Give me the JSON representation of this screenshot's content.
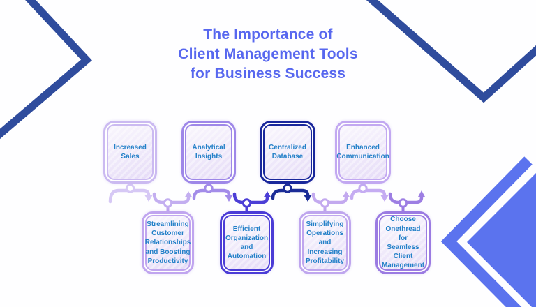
{
  "title": {
    "lines": [
      "The Importance of",
      "Client Management Tools",
      "for Business Success"
    ],
    "color": "#5767ef"
  },
  "diagram": {
    "flow_direction": "left-to-right",
    "box_text_color": "#2380c8",
    "top_boxes": [
      {
        "label": "Increased Sales",
        "border_color": "#cbbaf1"
      },
      {
        "label": "Analytical Insights",
        "border_color": "#9e87e8"
      },
      {
        "label": "Centralized Database",
        "border_color": "#19279b"
      },
      {
        "label": "Enhanced Communication",
        "border_color": "#c2a8f1"
      }
    ],
    "bottom_boxes": [
      {
        "label": "Streamlining Customer Relationships and Boosting Productivity",
        "border_color": "#c0a5ef"
      },
      {
        "label": "Efficient Organization and Automation",
        "border_color": "#4b3cd6"
      },
      {
        "label": "Simplifying Operations and Increasing Profitability",
        "border_color": "#bfa6ee"
      },
      {
        "label": "Choose Onethread for Seamless Client Management",
        "border_color": "#9b7be2"
      }
    ],
    "connector_segment_colors": [
      "#d6c8f5",
      "#c3aef0",
      "#a38ce9",
      "#4c3ed6",
      "#1b2c97",
      "#c3a9ef",
      "#c5acf2",
      "#9d7ee3"
    ]
  },
  "decorations": {
    "corner_chevron_color": "#2f4c9d",
    "bottom_right_arrow_color": "#5b73ee"
  }
}
